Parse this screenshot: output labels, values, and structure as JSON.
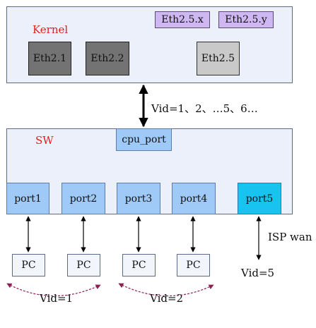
{
  "kernel": {
    "title": "Kernel",
    "interfaces": [
      "Eth2.1",
      "Eth2.2",
      "Eth2.5"
    ],
    "virtual_interfaces": [
      "Eth2.5.x",
      "Eth2.5.y"
    ]
  },
  "trunk": {
    "label": "Vid=1、2、…5、6…"
  },
  "switch": {
    "title": "SW",
    "cpu_port": "cpu_port",
    "ports": [
      "port1",
      "port2",
      "port3",
      "port4"
    ],
    "wan_port": "port5"
  },
  "hosts": [
    "PC",
    "PC",
    "PC",
    "PC"
  ],
  "wan": {
    "label": "ISP wan",
    "vid": "Vid=5"
  },
  "vlans": [
    "Vid=1",
    "Vid=2"
  ],
  "colors": {
    "panel": "#ecf0fb",
    "eth_active": "#737373",
    "eth_idle": "#c9c9c9",
    "eth_virtual": "#cfb8f2",
    "port": "#9fcaf8",
    "port_wan": "#18c4ef",
    "title": "#e02020",
    "arc": "#8a2055"
  }
}
